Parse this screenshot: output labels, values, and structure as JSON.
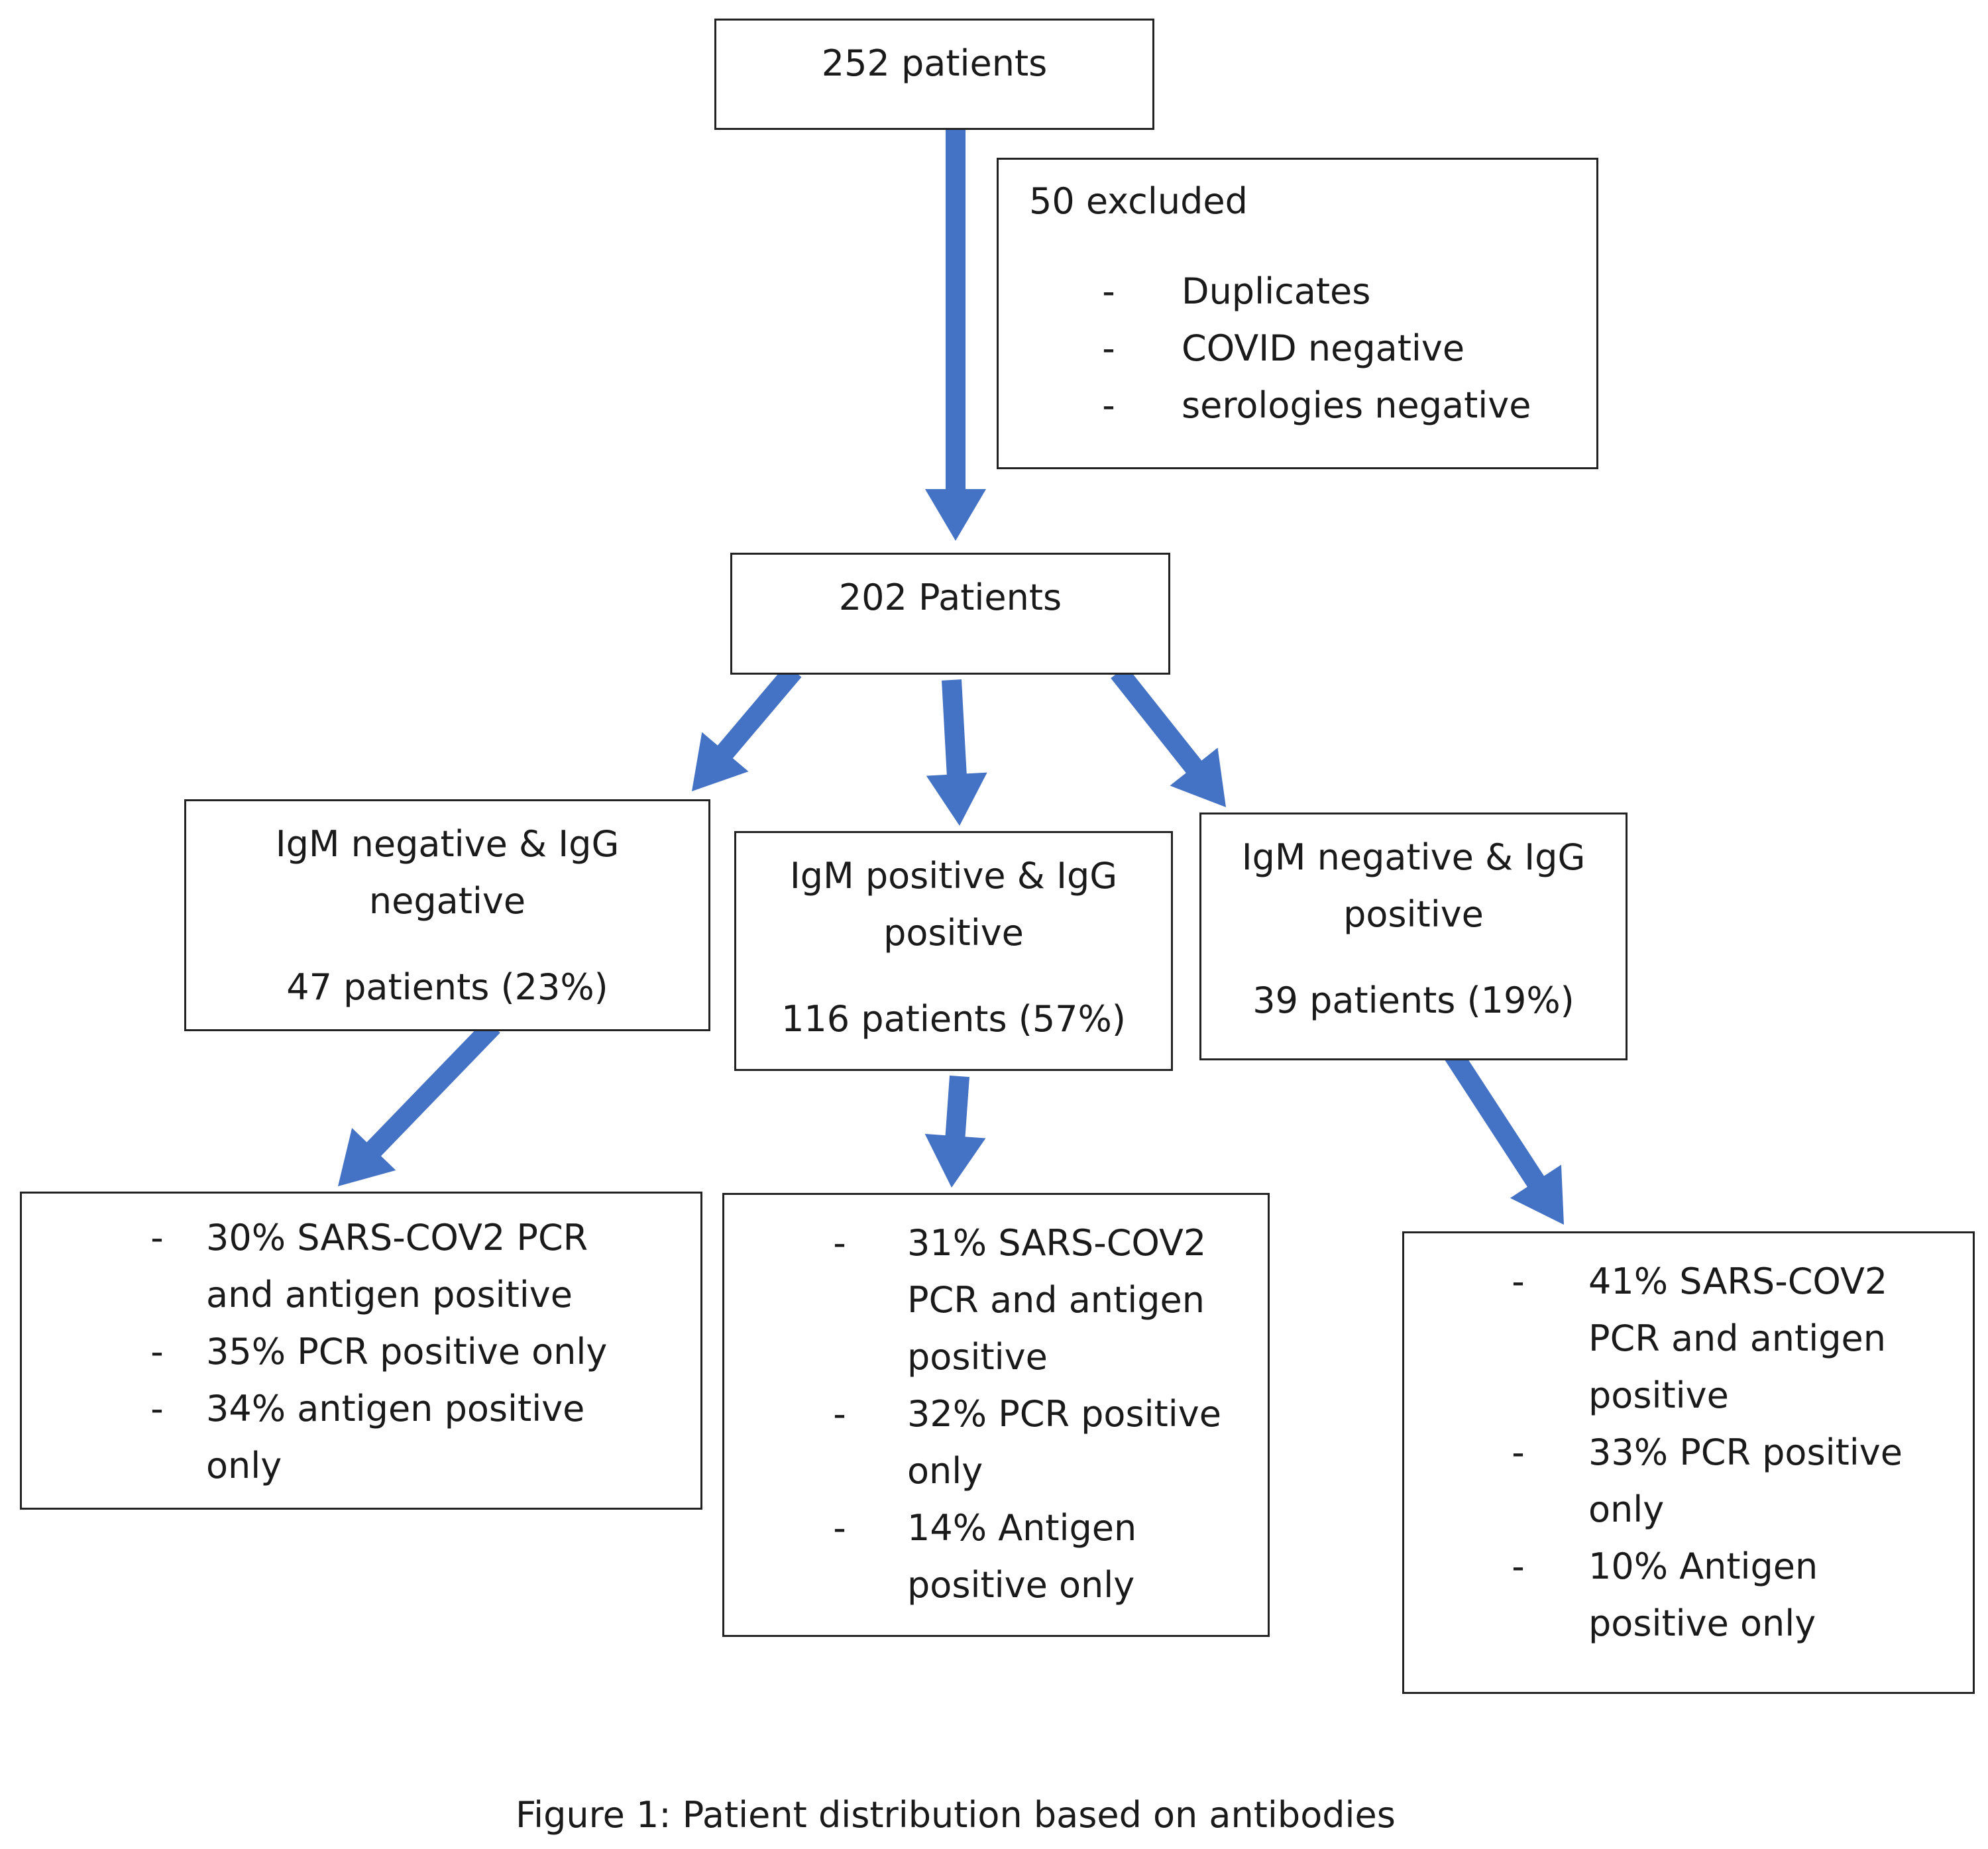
{
  "top": {
    "label": "252 patients"
  },
  "excluded": {
    "title": "50 excluded",
    "items": [
      "Duplicates",
      "COVID negative",
      "serologies negative"
    ],
    "bullet": "-"
  },
  "middle": {
    "label": "202 Patients"
  },
  "groups": [
    {
      "line1": "IgM negative & IgG",
      "line2": "negative",
      "count": "47 patients (23%)"
    },
    {
      "line1": "IgM positive & IgG",
      "line2": "positive",
      "count": "116 patients (57%)"
    },
    {
      "line1": "IgM negative & IgG",
      "line2": "positive",
      "count": "39 patients (19%)"
    }
  ],
  "results": [
    {
      "items": [
        [
          "30% SARS-COV2 PCR",
          "and antigen positive"
        ],
        [
          "35% PCR positive only"
        ],
        [
          "34% antigen positive",
          "only"
        ]
      ]
    },
    {
      "items": [
        [
          "31% SARS-COV2",
          "PCR and antigen",
          "positive"
        ],
        [
          "32% PCR positive",
          "only"
        ],
        [
          "14% Antigen",
          "positive only"
        ]
      ]
    },
    {
      "items": [
        [
          "41% SARS-COV2",
          "PCR and antigen",
          "positive"
        ],
        [
          "33% PCR positive",
          "only"
        ],
        [
          "10% Antigen",
          "positive only"
        ]
      ]
    }
  ],
  "caption": "Figure 1: Patient distribution based on antibodies",
  "colors": {
    "arrow": "#4472C4",
    "border": "#222222"
  }
}
